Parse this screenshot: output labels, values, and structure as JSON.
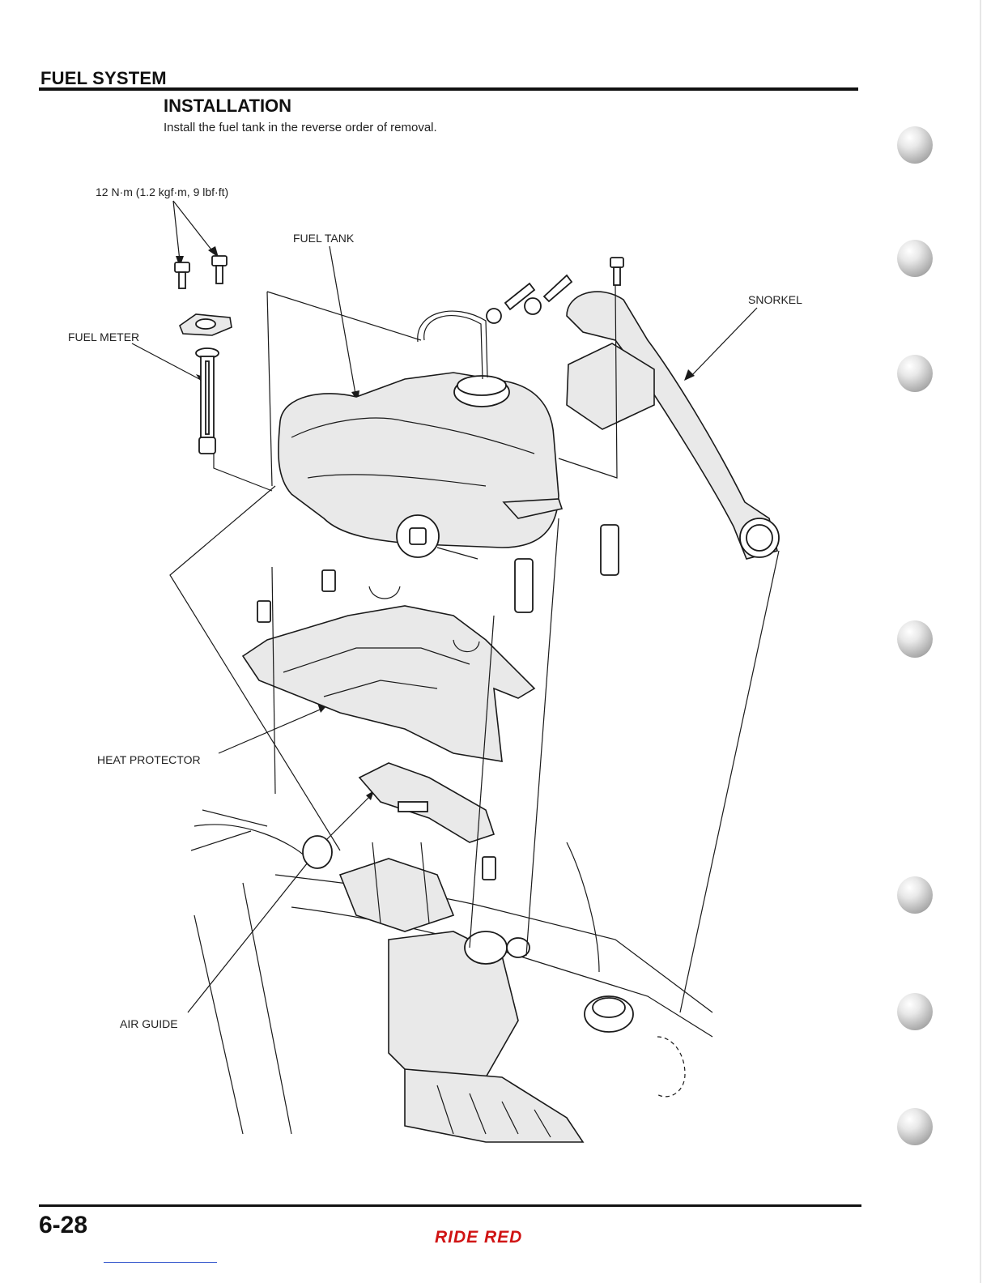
{
  "page": {
    "section_header": "FUEL SYSTEM",
    "page_number": "6-28",
    "brand_footer": "RIDE RED"
  },
  "installation": {
    "heading": "INSTALLATION",
    "instruction": "Install the fuel tank in the reverse order of removal."
  },
  "callouts": {
    "torque_spec": "12 N·m (1.2 kgf·m, 9 lbf·ft)",
    "fuel_tank": "FUEL TANK",
    "snorkel": "SNORKEL",
    "fuel_meter": "FUEL METER",
    "heat_protector": "HEAT PROTECTOR",
    "air_guide": "AIR GUIDE"
  },
  "colors": {
    "text": "#111111",
    "brand_red": "#d01414",
    "tab_dot": "#a9a9a9"
  }
}
